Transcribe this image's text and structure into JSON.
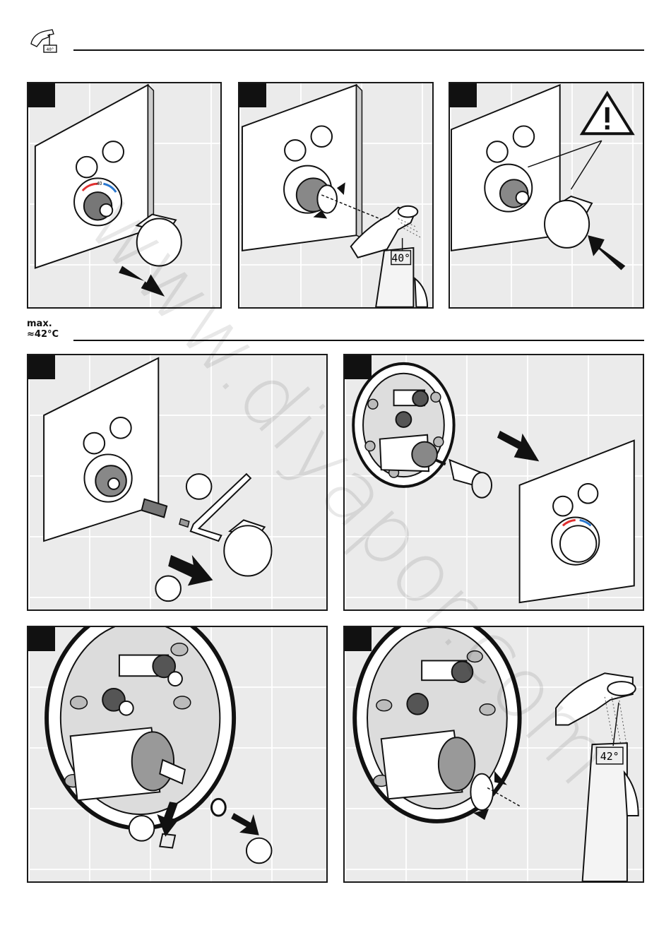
{
  "header": {
    "icon": "hand-thermometer-icon",
    "icon_badge": "40°"
  },
  "note": {
    "line1": "max.",
    "line2": "≈42°C"
  },
  "displays": {
    "step2_temp": "40°",
    "step7_temp": "42°"
  },
  "dial": {
    "mark": "40"
  },
  "watermark": "www.diyapor.com",
  "colors": {
    "hot": "#e03030",
    "cold": "#2a78d0",
    "ink": "#111111",
    "tile": "#ebebeb"
  },
  "steps": [
    {
      "icon": "remove-knob"
    },
    {
      "icon": "calibrate-temperature"
    },
    {
      "icon": "warning-reinstall-knob"
    },
    {
      "icon": "remove-spindle-extension"
    },
    {
      "icon": "remove-trim-plate"
    },
    {
      "icon": "remove-clip-and-ring"
    },
    {
      "icon": "rotate-cartridge-adjust"
    }
  ]
}
